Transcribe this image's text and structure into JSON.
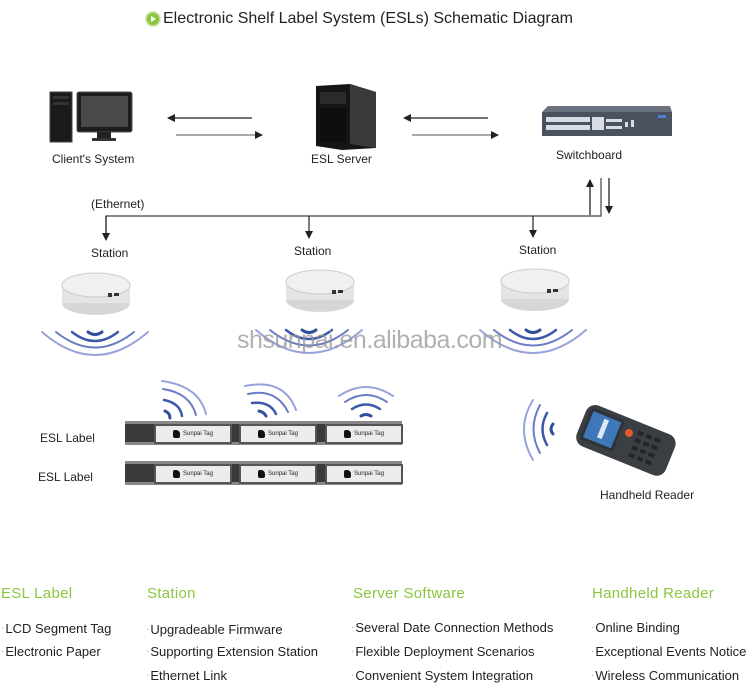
{
  "title": {
    "icon": "green-play-circle-icon",
    "text": "Electronic Shelf Label System (ESLs) Schematic Diagram"
  },
  "colors": {
    "accent_green": "#8cc63f",
    "signal_blue_dark": "#2f4f9a",
    "signal_blue_light": "#8e9ad6",
    "line": "#222222"
  },
  "diagram": {
    "nodes": {
      "client": {
        "label": "Client's System",
        "icon": "desktop-computer-icon"
      },
      "server": {
        "label": "ESL Server",
        "icon": "tower-server-icon"
      },
      "switch": {
        "label": "Switchboard",
        "icon": "network-switch-icon"
      },
      "ethernet": {
        "label": "(Ethernet)"
      },
      "stations": [
        {
          "label": "Station",
          "icon": "base-station-icon"
        },
        {
          "label": "Station",
          "icon": "base-station-icon"
        },
        {
          "label": "Station",
          "icon": "base-station-icon"
        }
      ],
      "esl_rows": [
        {
          "label": "ESL Label",
          "tags": [
            "Sunpai Tag",
            "Sunpai Tag",
            "Sunpai Tag"
          ]
        },
        {
          "label": "ESL Label",
          "tags": [
            "Sunpai Tag",
            "Sunpai Tag",
            "Sunpai Tag"
          ]
        }
      ],
      "handheld": {
        "label": "Handheld Reader",
        "icon": "handheld-scanner-icon"
      }
    },
    "watermark": "shsunpai.en.alibaba.com"
  },
  "features": [
    {
      "heading": "ESL Label",
      "items": [
        "LCD Segment Tag",
        "Electronic Paper"
      ]
    },
    {
      "heading": "Station",
      "items": [
        "Upgradeable Firmware",
        "Supporting Extension Station",
        "Ethernet Link"
      ]
    },
    {
      "heading": "Server Software",
      "items": [
        "Several Date Connection Methods",
        "Flexible Deployment Scenarios",
        "Convenient System Integration"
      ]
    },
    {
      "heading": "Handheld Reader",
      "items": [
        "Online Binding",
        "Exceptional Events Notice",
        "Wireless Communication"
      ]
    }
  ]
}
